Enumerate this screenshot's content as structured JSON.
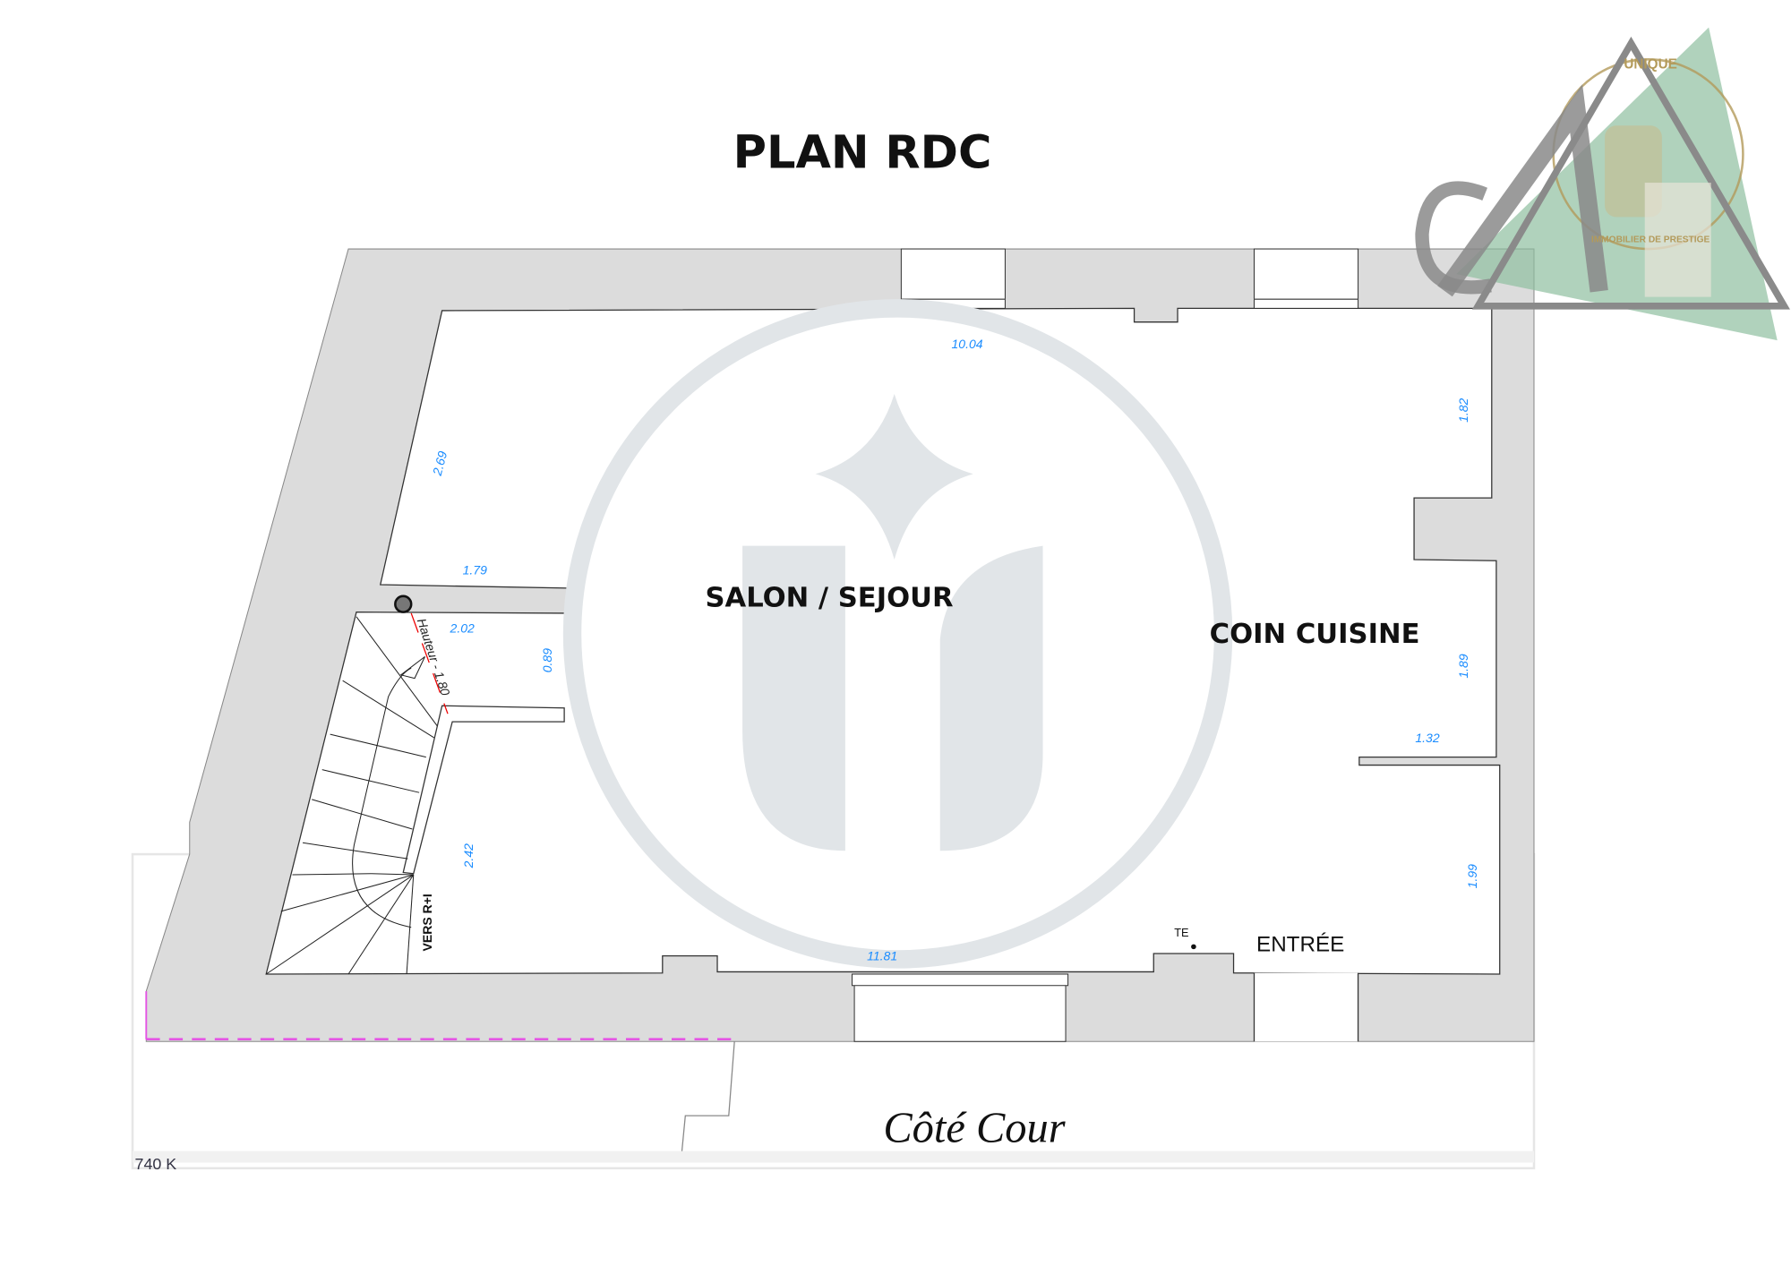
{
  "title": "PLAN RDC",
  "rooms": {
    "salon": "SALON / SEJOUR",
    "cuisine": "COIN CUISINE",
    "entree": "ENTRÉE",
    "te": "TE"
  },
  "stairs": {
    "direction": "VERS R+I",
    "height_note": "Hauteur - 1.80"
  },
  "dimensions": {
    "top": "10.04",
    "left_wall": "2.69",
    "partition": "1.79",
    "stair_width": "2.02",
    "stair_gap": "0.89",
    "stair_side": "2.42",
    "bottom": "11.81",
    "right_top": "1.82",
    "right_mid": "1.89",
    "kitchen_partition": "1.32",
    "right_bottom": "1.99"
  },
  "courtyard_label": "Côté Cour",
  "cut_off_text": "740 K",
  "logo": {
    "top_text": "UNIQUE",
    "arc_text": "IMMOBILIER DE PRESTIGE",
    "colors": {
      "green": "#8fbf9f",
      "gold": "#b39a5a",
      "gray": "#8a8a8a"
    }
  },
  "colors": {
    "wall": "#dcdcdc",
    "dimension": "#1a8cff",
    "watermark": "#e1e5e8"
  }
}
